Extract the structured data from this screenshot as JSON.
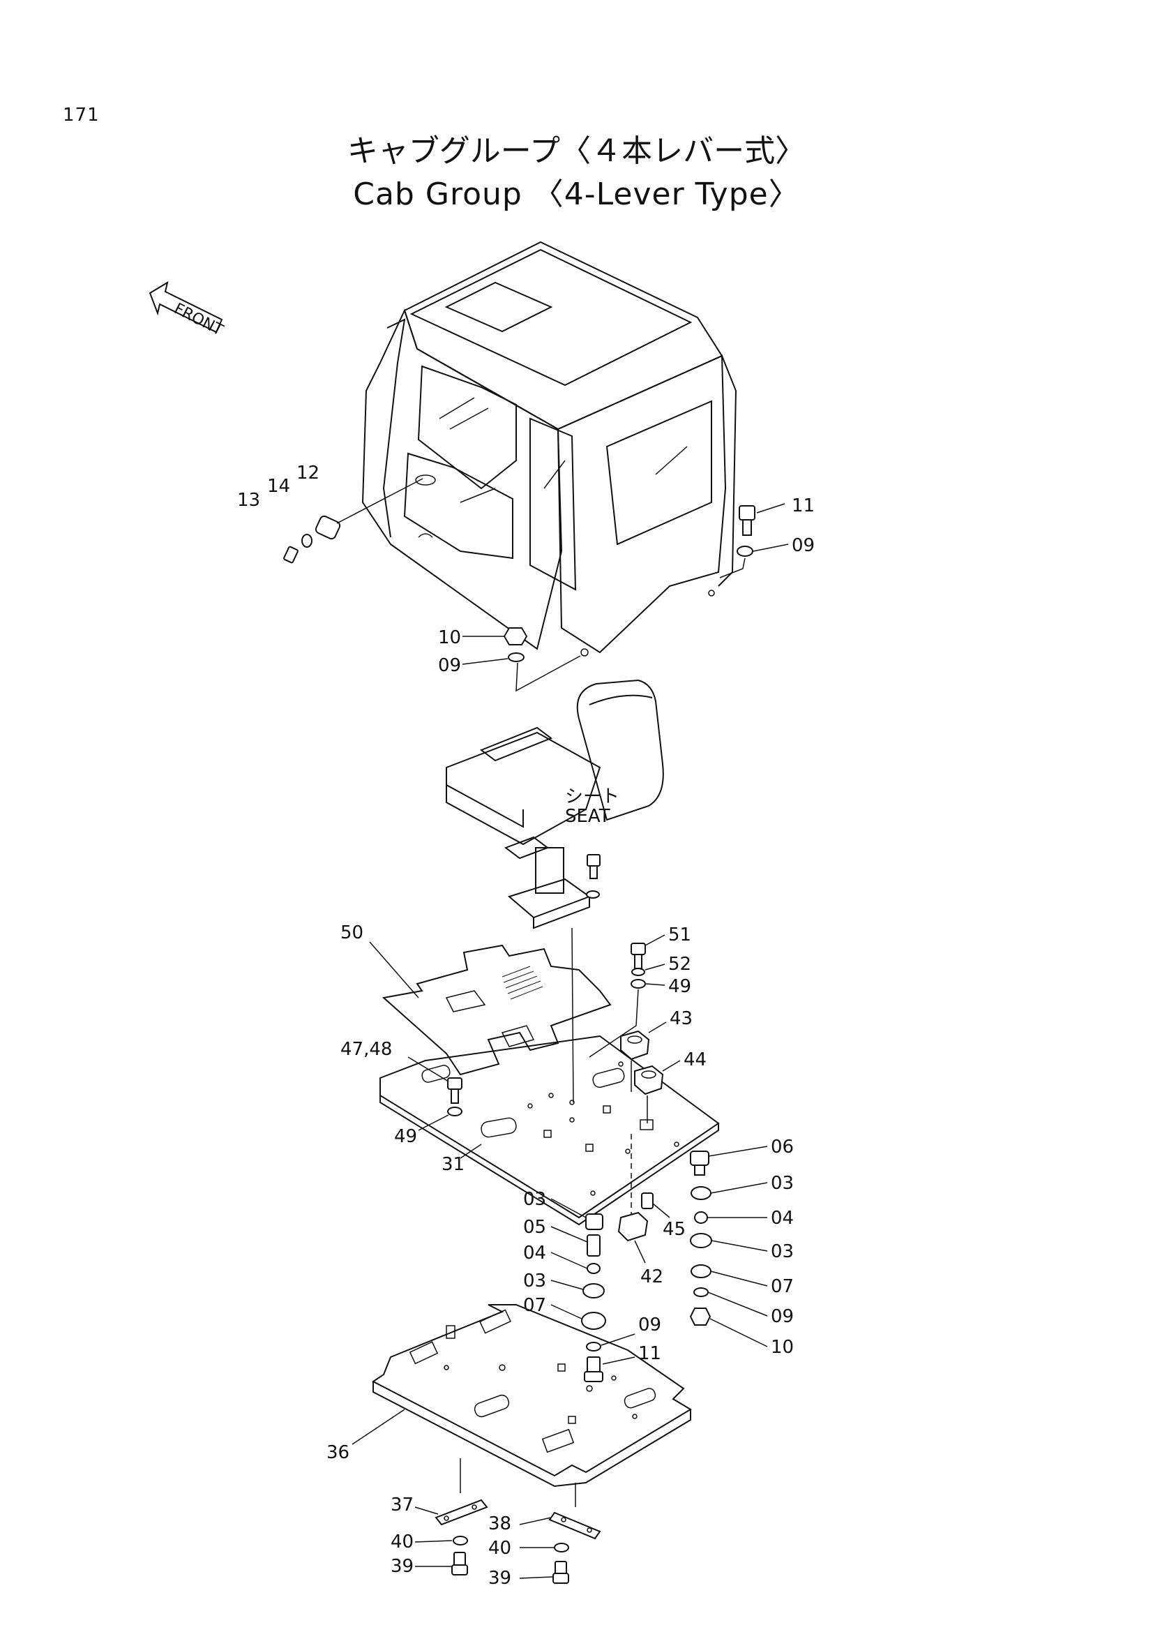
{
  "page_number": "171",
  "title_jp": "キャブグループ〈４本レバー式〉",
  "title_en": "Cab Group 〈4-Lever Type〉",
  "front_arrow_label": "FRONT",
  "seat_label_jp": "シート",
  "seat_label_en": "SEAT",
  "callouts": {
    "c13": "13",
    "c14": "14",
    "c12": "12",
    "c11a": "11",
    "c09a": "09",
    "c10a": "10",
    "c09b": "09",
    "c50": "50",
    "c51": "51",
    "c52": "52",
    "c49a": "49",
    "c43": "43",
    "c44": "44",
    "c4748": "47,48",
    "c49b": "49",
    "c31": "31",
    "c06": "06",
    "c03a": "03",
    "c04a": "04",
    "c03b": "03",
    "c07a": "07",
    "c09c": "09",
    "c10b": "10",
    "c03c": "03",
    "c05": "05",
    "c04b": "04",
    "c03d": "03",
    "c07b": "07",
    "c09d": "09",
    "c11b": "11",
    "c45": "45",
    "c42": "42",
    "c36": "36",
    "c37": "37",
    "c40a": "40",
    "c39a": "39",
    "c38": "38",
    "c40b": "40",
    "c39b": "39"
  }
}
